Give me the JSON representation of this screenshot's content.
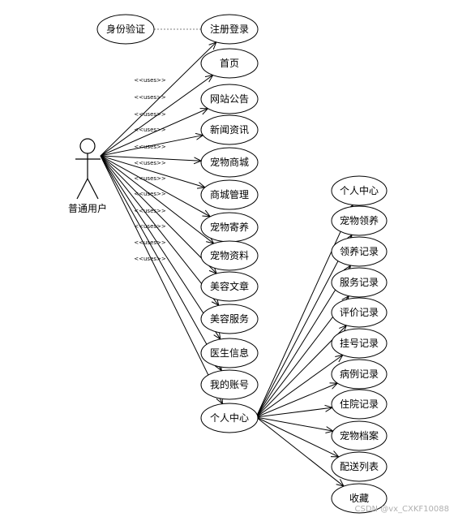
{
  "actor": {
    "name": "普通用户"
  },
  "auth_usecase": {
    "label": "身份验证"
  },
  "primary_usecases": [
    {
      "label": "注册登录"
    },
    {
      "label": "首页"
    },
    {
      "label": "网站公告"
    },
    {
      "label": "新闻资讯"
    },
    {
      "label": "宠物商城"
    },
    {
      "label": "商城管理"
    },
    {
      "label": "宠物寄养"
    },
    {
      "label": "宠物资料"
    },
    {
      "label": "美容文章"
    },
    {
      "label": "美容服务"
    },
    {
      "label": "医生信息"
    },
    {
      "label": "我的账号"
    },
    {
      "label": "个人中心"
    }
  ],
  "uses_stereotype": "<<uses>>",
  "uses_label_count": 12,
  "sub_usecases": [
    {
      "label": "个人中心"
    },
    {
      "label": "宠物领养"
    },
    {
      "label": "领养记录"
    },
    {
      "label": "服务记录"
    },
    {
      "label": "评价记录"
    },
    {
      "label": "挂号记录"
    },
    {
      "label": "病例记录"
    },
    {
      "label": "住院记录"
    },
    {
      "label": "宠物档案"
    },
    {
      "label": "配送列表"
    },
    {
      "label": "收藏"
    }
  ],
  "watermark": "CSDN @vx_CXKF10088",
  "colors": {
    "line": "#000000",
    "dashed": "#555555",
    "background": "#ffffff",
    "watermark": "#b0b0b0"
  }
}
